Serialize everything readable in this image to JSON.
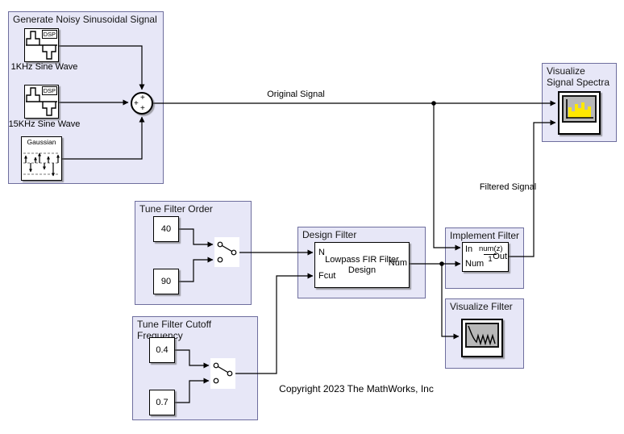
{
  "areas": {
    "generate": {
      "title": "Generate Noisy Sinusoidal Signal"
    },
    "tune_order": {
      "title": "Tune Filter Order"
    },
    "tune_cutoff": {
      "title": "Tune Filter Cutoff Frequency"
    },
    "design": {
      "title": "Design Filter"
    },
    "implement": {
      "title": "Implement Filter"
    },
    "visualize_filter": {
      "title": "Visualize Filter"
    },
    "visualize_spectra": {
      "title": "Visualize Signal Spectra"
    }
  },
  "blocks": {
    "sine_1khz": {
      "label": "1KHz Sine Wave",
      "badge": "DSP"
    },
    "sine_15khz": {
      "label": "15KHz Sine Wave",
      "badge": "DSP"
    },
    "gaussian": {
      "label": "Gaussian"
    },
    "sum": {
      "plus_top": "+",
      "plus_left": "+",
      "plus_bottom": "+"
    },
    "const_order_a": {
      "value": "40"
    },
    "const_order_b": {
      "value": "90"
    },
    "const_cutoff_a": {
      "value": "0.4"
    },
    "const_cutoff_b": {
      "value": "0.7"
    },
    "design_filter": {
      "line1": "Lowpass FIR Filter",
      "line2": "Design",
      "port_n": "N",
      "port_fcut": "Fcut",
      "port_num": "Num"
    },
    "implement_filter": {
      "port_in": "In",
      "port_num": "Num",
      "port_out": "Out",
      "numerator": "num(z)",
      "denominator": "1"
    }
  },
  "signals": {
    "original": "Original Signal",
    "filtered": "Filtered Signal"
  },
  "footer": {
    "copyright": "Copyright 2023 The MathWorks, Inc"
  },
  "colors": {
    "area_fill": "#e7e7f7",
    "area_border": "#6e6e9e",
    "wire": "#000000",
    "screen_gray": "#b8b8b8",
    "spectrum_bar_yellow": "#ffe800",
    "background": "#ffffff"
  }
}
